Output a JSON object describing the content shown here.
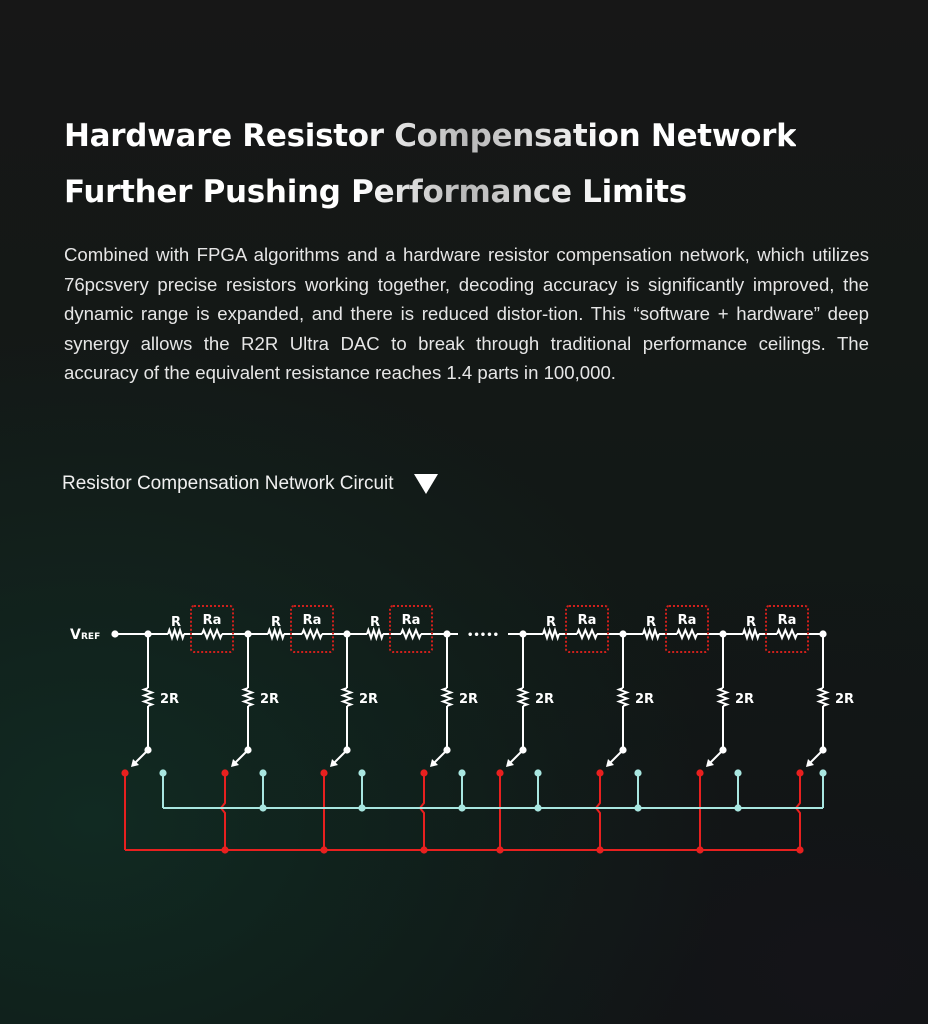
{
  "title": {
    "line1": "Hardware Resistor Compensation Network",
    "line2": "Further Pushing Performance Limits"
  },
  "description": "Combined with FPGA algorithms and a hardware resistor compensation network, which utilizes 76pcsvery precise resistors working together, decoding accuracy is significantly improved, the dynamic range is expanded, and there is reduced distor-tion. This “software + hardware” deep synergy allows the R2R Ultra DAC to break through traditional performance ceilings. The accuracy of the equivalent resistance reaches 1.4 parts in 100,000.",
  "subtitle": "Resistor Compensation Network Circuit",
  "circuit": {
    "vref_label": "V",
    "vref_sub": "REF",
    "series_label": "R",
    "comp_label": "Ra",
    "shunt_label": "2R",
    "ellipsis": "•••••",
    "stages": 8,
    "colors": {
      "wire": "#ffffff",
      "red": "#e8201f",
      "cyan": "#a8e6e0",
      "box": "#d0201c"
    }
  }
}
